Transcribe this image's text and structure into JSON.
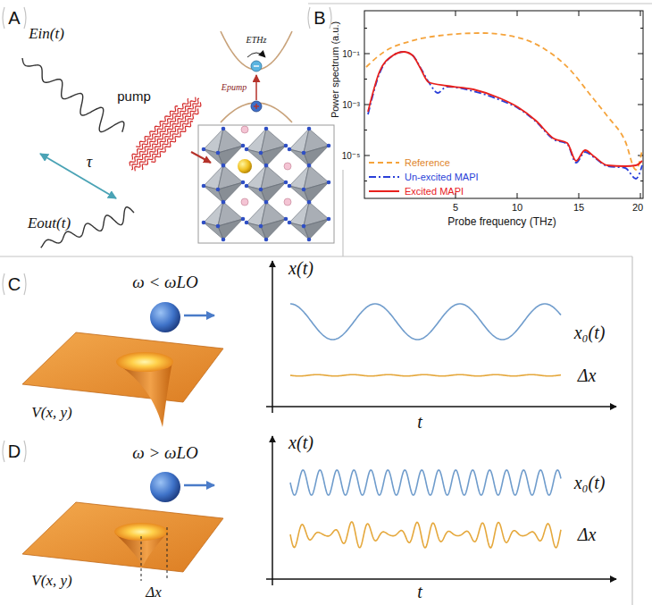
{
  "diagram": {
    "labels": [
      "A",
      "Ein(t)",
      "pump",
      "ETHz",
      "Epump",
      "τ",
      "Eout(t)",
      "B",
      "Power spectrum (a.u.)",
      "10⁻¹",
      "10⁻³",
      "10⁻⁵",
      "5",
      "10",
      "15",
      "20",
      "Probe frequency (THz)",
      "C",
      "ω < ωLO",
      "V(x, y)",
      "x(t)",
      "x₀(t)",
      "Δx",
      "t",
      "D",
      "ω > ωLO",
      "V(x, y)",
      "Δx",
      "x(t)",
      "x₀(t)",
      "Δx",
      "t"
    ],
    "legend": [
      {
        "text": "Reference"
      },
      {
        "text": "Un-excited MAPI"
      },
      {
        "text": "Excited MAPI"
      }
    ]
  }
}
